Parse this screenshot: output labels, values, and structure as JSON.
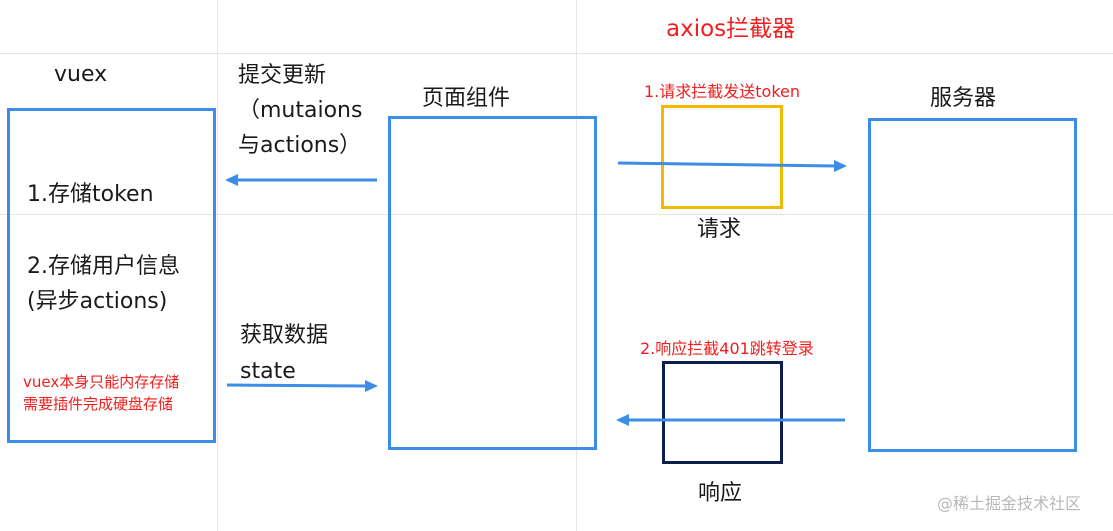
{
  "title": "axios拦截器",
  "vuex": {
    "label": "vuex",
    "item1": "1.存储token",
    "item2": "2.存储用户信息",
    "item2_sub": "(异步actions)",
    "note_line1": "vuex本身只能内存存储",
    "note_line2": "需要插件完成硬盘存储"
  },
  "page": {
    "label": "页面组件"
  },
  "server": {
    "label": "服务器"
  },
  "commit_arrow": {
    "line1": "提交更新",
    "line2": "（mutaions",
    "line3": "与actions）"
  },
  "state_arrow": {
    "line1": "获取数据",
    "line2": "state"
  },
  "request_interceptor": {
    "caption": "1.请求拦截发送token",
    "label": "请求",
    "color": "#f5b800"
  },
  "response_interceptor": {
    "caption": "2.响应拦截401跳转登录",
    "label": "响应",
    "color": "#0d1f4d"
  },
  "colors": {
    "box": "#3b8de6",
    "arrow": "#3b8de6",
    "accent_red": "#f01e1e"
  },
  "watermark": "@稀土掘金技术社区"
}
